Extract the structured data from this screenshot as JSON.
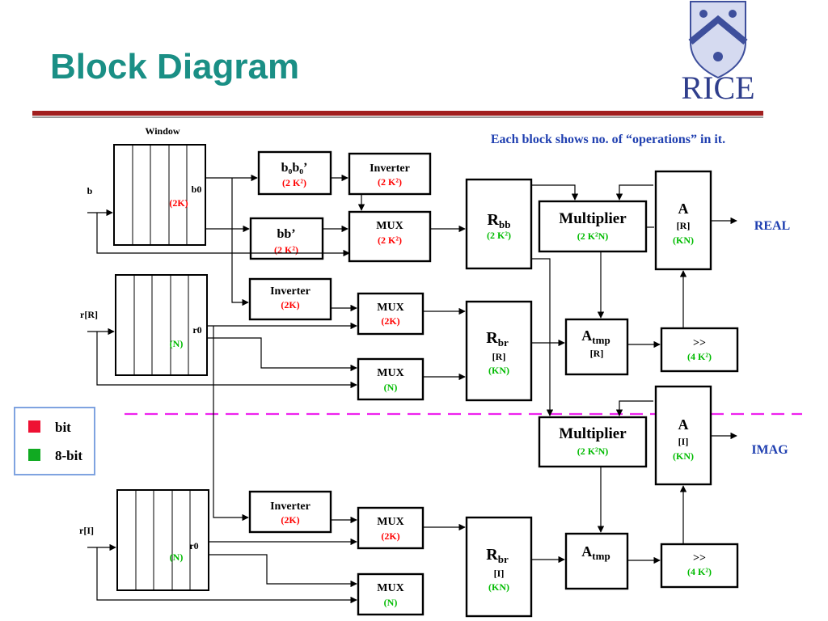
{
  "title": "Block Diagram",
  "logo": {
    "text": "RICE"
  },
  "note": "Each block shows no. of “operations” in it.",
  "colors": {
    "title": "#1a8f85",
    "red": "#ff0000",
    "green": "#00bb00",
    "blue": "#1f3fb0",
    "divider": "#ee22ee",
    "rule": "#a11f1f"
  },
  "legend": [
    {
      "label": "bit",
      "color": "#ee1133"
    },
    {
      "label": "8-bit",
      "color": "#11aa22"
    }
  ],
  "window_label": "Window",
  "inputs": {
    "b": "b",
    "rR": "r[R]",
    "rI": "r[I]"
  },
  "tap_labels": {
    "b0": "b0",
    "r0_a": "r0",
    "r0_b": "r0"
  },
  "ops": {
    "window_b": "(2K)",
    "window_rR": "(N)",
    "window_rI": "(N)"
  },
  "blocks": {
    "b0b0": {
      "title": "b₀b₀’",
      "ops": "(2 K²)"
    },
    "inv1": {
      "title": "Inverter",
      "ops": "(2 K²)"
    },
    "bb": {
      "title": "bb’",
      "ops": "(2 K²)"
    },
    "mux1": {
      "title": "MUX",
      "ops": "(2 K²)"
    },
    "rbb": {
      "title": "R",
      "sub": "bb",
      "ops": "(2 K²)"
    },
    "mult1": {
      "title": "Multiplier",
      "ops": "(2 K²N)"
    },
    "areal": {
      "title": "A",
      "tag": "[R]",
      "ops": "(KN)"
    },
    "inv2": {
      "title": "Inverter",
      "ops": "(2K)"
    },
    "mux2": {
      "title": "MUX",
      "ops": "(2K)"
    },
    "mux3": {
      "title": "MUX",
      "ops": "(N)"
    },
    "rbrR": {
      "title": "R",
      "sub": "br",
      "tag": "[R]",
      "ops": "(KN)"
    },
    "atmpR": {
      "title": "A",
      "sub": "tmp",
      "tag": "[R]"
    },
    "shiftR": {
      "title": ">>",
      "ops": "(4 K²)"
    },
    "mult2": {
      "title": "Multiplier",
      "ops": "(2 K²N)"
    },
    "aimag": {
      "title": "A",
      "tag": "[I]",
      "ops": "(KN)"
    },
    "inv3": {
      "title": "Inverter",
      "ops": "(2K)"
    },
    "mux4": {
      "title": "MUX",
      "ops": "(2K)"
    },
    "mux5": {
      "title": "MUX",
      "ops": "(N)"
    },
    "rbrI": {
      "title": "R",
      "sub": "br",
      "tag": "[I]",
      "ops": "(KN)"
    },
    "atmpI": {
      "title": "A",
      "sub": "tmp"
    },
    "shiftI": {
      "title": ">>",
      "ops": "(4 K²)"
    }
  },
  "outputs": {
    "real": "REAL",
    "imag": "IMAG"
  }
}
